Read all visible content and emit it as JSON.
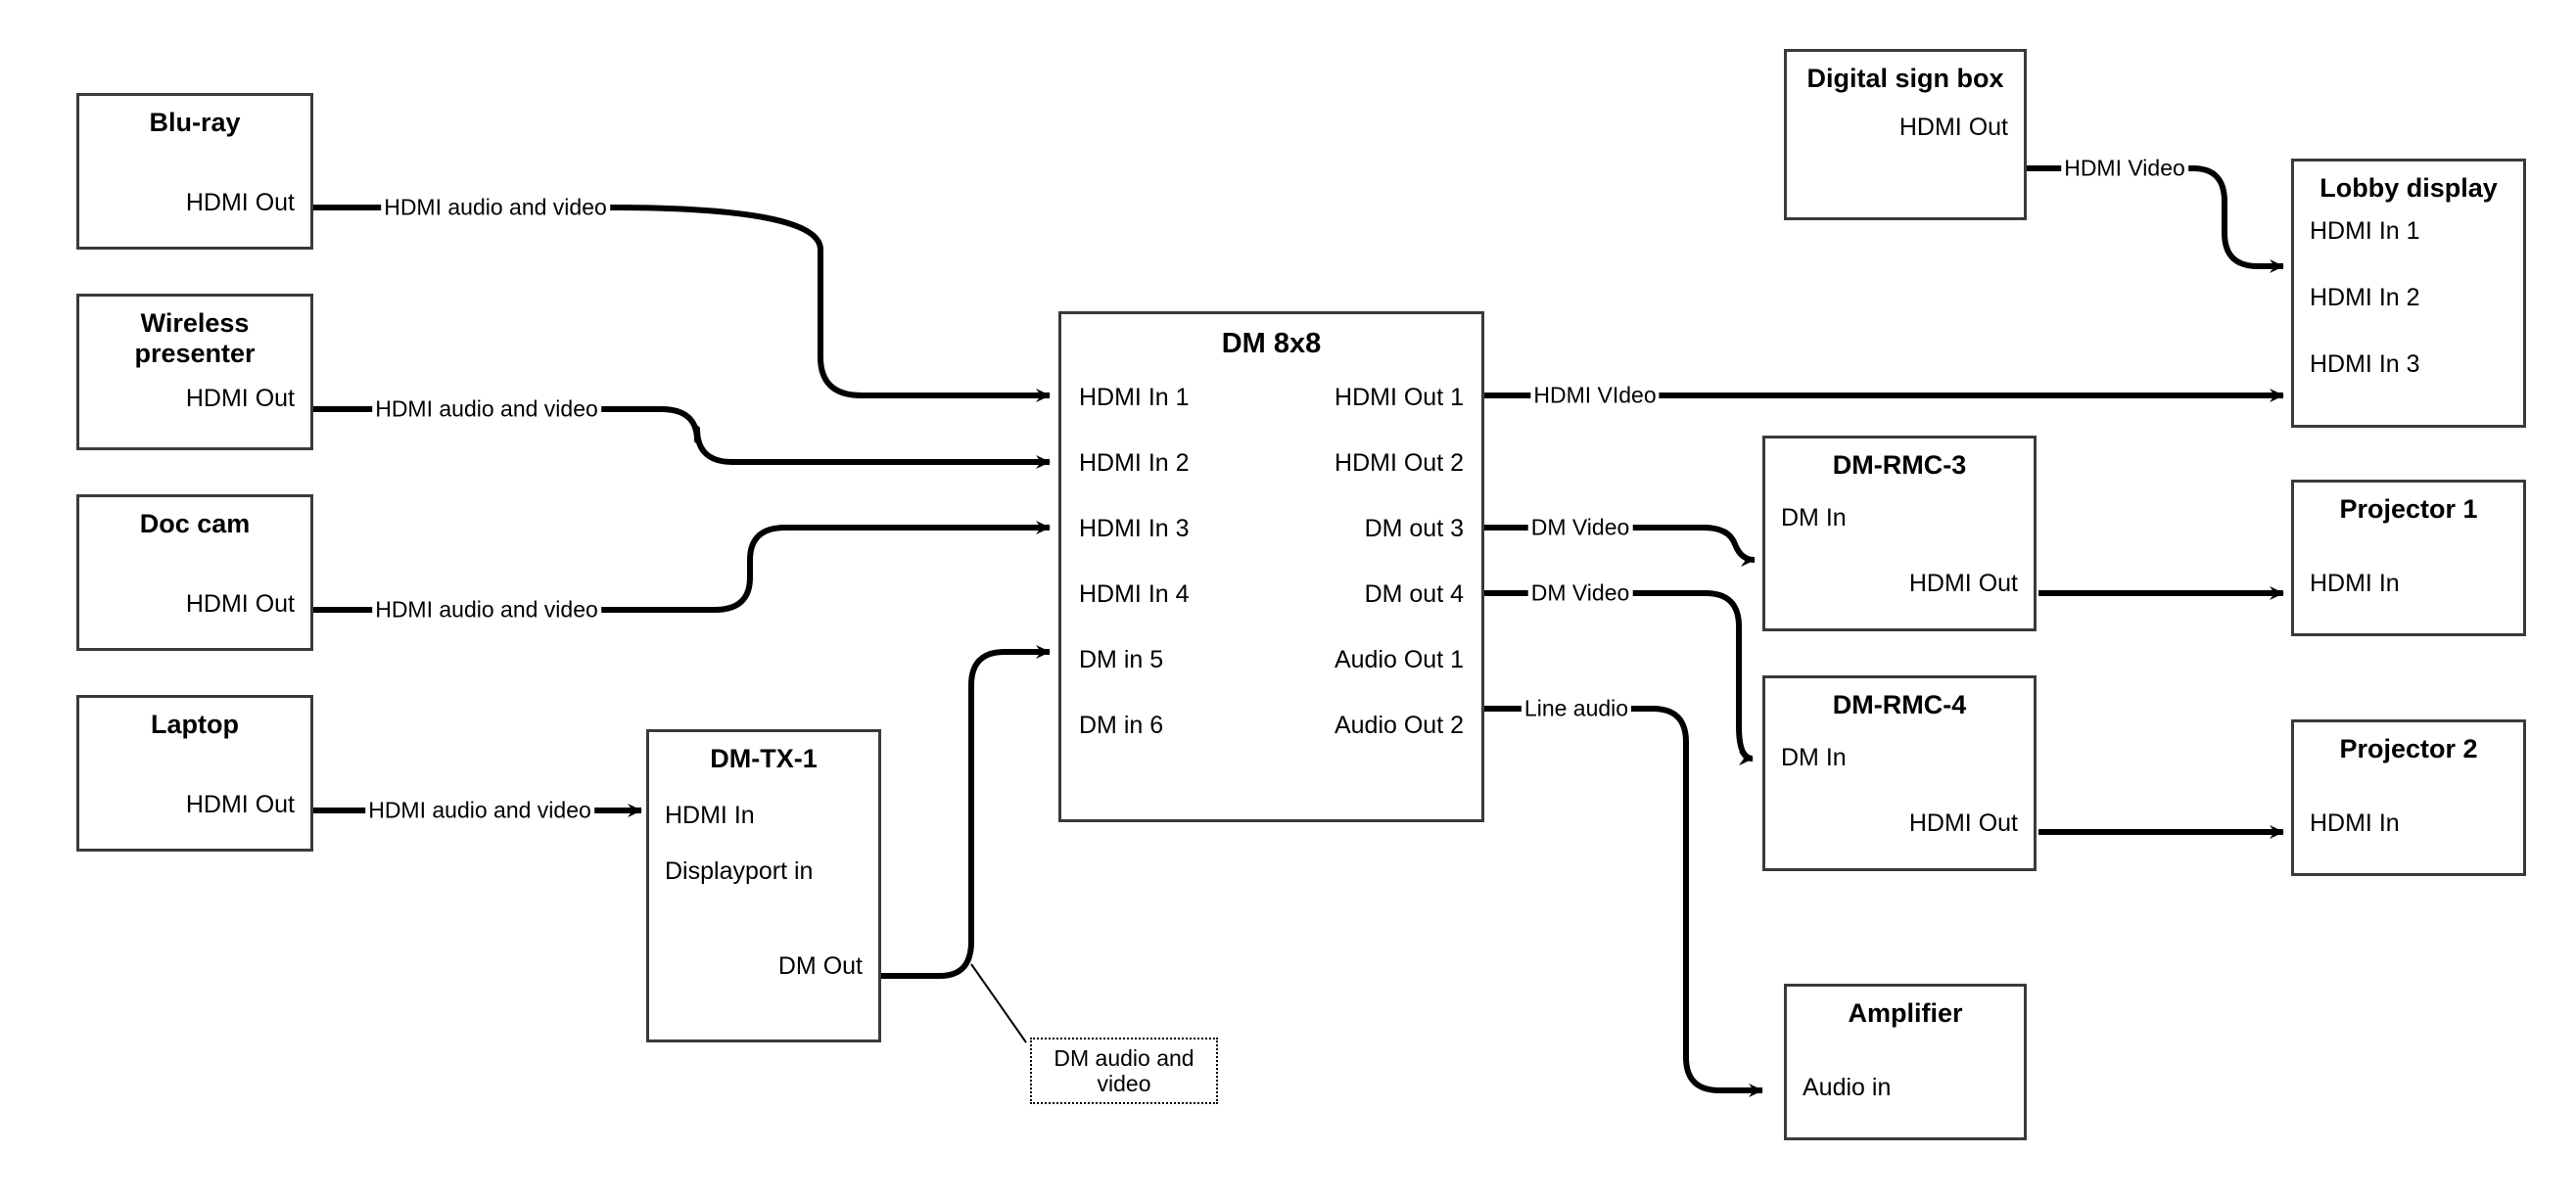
{
  "diagram": {
    "title": "AV signal flow diagram",
    "line_color": "#000000",
    "box_border_color": "#3a3a3a",
    "background": "#ffffff"
  },
  "nodes": [
    {
      "id": "bluray",
      "title": "Blu-ray",
      "ports_right": [
        "HDMI Out"
      ],
      "ports_left": []
    },
    {
      "id": "wireless",
      "title": "Wireless presenter",
      "ports_right": [
        "HDMI Out"
      ],
      "ports_left": []
    },
    {
      "id": "doccam",
      "title": "Doc cam",
      "ports_right": [
        "HDMI Out"
      ],
      "ports_left": []
    },
    {
      "id": "laptop",
      "title": "Laptop",
      "ports_right": [
        "HDMI Out"
      ],
      "ports_left": []
    },
    {
      "id": "dmtx1",
      "title": "DM-TX-1",
      "ports_left": [
        "HDMI In",
        "Displayport in"
      ],
      "ports_right": [
        "DM Out"
      ]
    },
    {
      "id": "dm8x8",
      "title": "DM 8x8",
      "ports_left": [
        "HDMI In 1",
        "HDMI In 2",
        "HDMI In 3",
        "HDMI In 4",
        "DM in 5",
        "DM in 6"
      ],
      "ports_right": [
        "HDMI Out 1",
        "HDMI Out 2",
        "DM out 3",
        "DM out 4",
        "Audio Out 1",
        "Audio Out 2"
      ]
    },
    {
      "id": "signbox",
      "title": "Digital sign box",
      "ports_right": [
        "HDMI Out"
      ],
      "ports_left": []
    },
    {
      "id": "lobby",
      "title": "Lobby display",
      "ports_left": [
        "HDMI In 1",
        "HDMI In 2",
        "HDMI In 3"
      ],
      "ports_right": []
    },
    {
      "id": "rmc3",
      "title": "DM-RMC-3",
      "ports_left": [
        "DM In"
      ],
      "ports_right": [
        "HDMI Out"
      ]
    },
    {
      "id": "rmc4",
      "title": "DM-RMC-4",
      "ports_left": [
        "DM In"
      ],
      "ports_right": [
        "HDMI Out"
      ]
    },
    {
      "id": "proj1",
      "title": "Projector 1",
      "ports_left": [
        "HDMI In"
      ],
      "ports_right": []
    },
    {
      "id": "proj2",
      "title": "Projector 2",
      "ports_left": [
        "HDMI In"
      ],
      "ports_right": []
    },
    {
      "id": "amp",
      "title": "Amplifier",
      "ports_left": [
        "Audio in"
      ],
      "ports_right": []
    }
  ],
  "edge_labels": [
    {
      "id": "e1",
      "text": "HDMI audio and video"
    },
    {
      "id": "e2",
      "text": "HDMI audio and video"
    },
    {
      "id": "e3",
      "text": "HDMI audio and video"
    },
    {
      "id": "e4",
      "text": "HDMI audio and video"
    },
    {
      "id": "e5",
      "text": "HDMI VIdeo"
    },
    {
      "id": "e6",
      "text": "DM Video"
    },
    {
      "id": "e7",
      "text": "DM Video"
    },
    {
      "id": "e8",
      "text": "Line audio"
    },
    {
      "id": "e9",
      "text": "HDMI Video"
    }
  ],
  "callouts": [
    {
      "id": "c1",
      "text": "DM audio and video"
    }
  ],
  "connections": [
    {
      "from": "Blu-ray HDMI Out",
      "to": "DM 8x8 HDMI In 1",
      "label": "HDMI audio and video"
    },
    {
      "from": "Wireless presenter HDMI Out",
      "to": "DM 8x8 HDMI In 2",
      "label": "HDMI audio and video"
    },
    {
      "from": "Doc cam HDMI Out",
      "to": "DM 8x8 HDMI In 3",
      "label": "HDMI audio and video"
    },
    {
      "from": "Laptop HDMI Out",
      "to": "DM-TX-1 HDMI In",
      "label": "HDMI audio and video"
    },
    {
      "from": "DM-TX-1 DM Out",
      "to": "DM 8x8 DM in 5",
      "label": "DM audio and video"
    },
    {
      "from": "DM 8x8 HDMI Out 1",
      "to": "Lobby display HDMI In 3",
      "label": "HDMI VIdeo"
    },
    {
      "from": "DM 8x8 DM out 3",
      "to": "DM-RMC-3 DM In",
      "label": "DM Video"
    },
    {
      "from": "DM 8x8 DM out 4",
      "to": "DM-RMC-4 DM In",
      "label": "DM Video"
    },
    {
      "from": "DM 8x8 Audio Out 1",
      "to": "Amplifier Audio in",
      "label": "Line audio"
    },
    {
      "from": "Digital sign box HDMI Out",
      "to": "Lobby display HDMI In 1",
      "label": "HDMI Video"
    },
    {
      "from": "DM-RMC-3 HDMI Out",
      "to": "Projector 1 HDMI In",
      "label": ""
    },
    {
      "from": "DM-RMC-4 HDMI Out",
      "to": "Projector 2 HDMI In",
      "label": ""
    }
  ]
}
